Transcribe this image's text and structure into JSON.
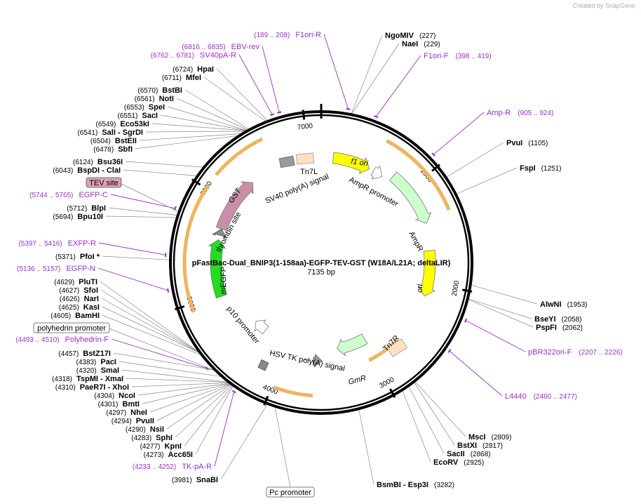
{
  "credit": {
    "prefix": "Created by",
    "brand": "SnapGene"
  },
  "plasmid": {
    "name": "pFastBac-Dual_BNIP3(1-158aa)-EGFP-TEV-GST (W18A/L21A; deltaLIR)",
    "size": "7135 bp",
    "length": 7135
  },
  "ticks": [
    "1000",
    "2000",
    "3000",
    "4000",
    "5000",
    "6000",
    "7000"
  ],
  "colors": {
    "primer": "#9b2fcc",
    "feature_highlight": "#f0b45a",
    "gst": "#c98fa8",
    "egfp": "#22dd22",
    "f1ori": "#ffff00",
    "ori": "#ffff00",
    "ampr": "#ccffcc",
    "gmr": "#ccffcc",
    "tn7": "#ffe0c0",
    "sv40": "#999999",
    "tev_box": "#dda0b4"
  },
  "features": [
    {
      "label": "f1 ori",
      "type": "rep-origin",
      "color": "yellow"
    },
    {
      "label": "AmpR promoter",
      "type": "promoter",
      "color": "white"
    },
    {
      "label": "AmpR",
      "type": "CDS",
      "color": "light-green"
    },
    {
      "label": "ori",
      "type": "rep-origin",
      "color": "yellow"
    },
    {
      "label": "Tn7R",
      "type": "mobile-element",
      "color": "peach"
    },
    {
      "label": "GmR",
      "type": "CDS",
      "color": "light-green"
    },
    {
      "label": "HSV TK poly(A) signal",
      "type": "terminator",
      "color": "gray"
    },
    {
      "label": "p10 promoter",
      "type": "promoter",
      "color": "white"
    },
    {
      "label": "mEGFP",
      "type": "CDS",
      "color": "green"
    },
    {
      "label": "thrombin site",
      "type": "misc",
      "color": "gray"
    },
    {
      "label": "GST",
      "type": "CDS",
      "color": "mauve"
    },
    {
      "label": "SV40 poly(A) signal",
      "type": "terminator",
      "color": "gray"
    },
    {
      "label": "Tn7L",
      "type": "mobile-element",
      "color": "peach"
    }
  ],
  "boxed_features": [
    {
      "label": "TEV site"
    },
    {
      "label": "polyhedrin promoter"
    },
    {
      "label": "Pc promoter"
    }
  ],
  "sites": [
    {
      "name": "NgoMIV",
      "pos": "(227)"
    },
    {
      "name": "NaeI",
      "pos": "(229)"
    },
    {
      "name": "PvuI",
      "pos": "(1105)"
    },
    {
      "name": "FspI",
      "pos": "(1251)"
    },
    {
      "name": "AlwNI",
      "pos": "(1953)"
    },
    {
      "name": "BseYI",
      "pos": "(2058)"
    },
    {
      "name": "PspFI",
      "pos": "(2062)"
    },
    {
      "name": "MscI",
      "pos": "(2809)"
    },
    {
      "name": "BstXI",
      "pos": "(2817)"
    },
    {
      "name": "SacII",
      "pos": "(2868)"
    },
    {
      "name": "EcoRV",
      "pos": "(2925)"
    },
    {
      "name": "BsmBI - Esp3I",
      "pos": "(3282)"
    },
    {
      "name": "SnaBI",
      "pos": "(3981)"
    },
    {
      "name": "Acc65I",
      "pos": "(4273)"
    },
    {
      "name": "KpnI",
      "pos": "(4277)"
    },
    {
      "name": "SphI",
      "pos": "(4283)"
    },
    {
      "name": "NsiI",
      "pos": "(4290)"
    },
    {
      "name": "PvuII",
      "pos": "(4294)"
    },
    {
      "name": "NheI",
      "pos": "(4297)"
    },
    {
      "name": "BmtI",
      "pos": "(4301)"
    },
    {
      "name": "NcoI",
      "pos": "(4304)"
    },
    {
      "name": "PaeR7I - XhoI",
      "pos": "(4310)"
    },
    {
      "name": "TspMI - XmaI",
      "pos": "(4318)"
    },
    {
      "name": "SmaI",
      "pos": "(4320)"
    },
    {
      "name": "PacI",
      "pos": "(4383)"
    },
    {
      "name": "BstZ17I",
      "pos": "(4457)"
    },
    {
      "name": "BamHI",
      "pos": "(4605)"
    },
    {
      "name": "KasI",
      "pos": "(4625)"
    },
    {
      "name": "NarI",
      "pos": "(4626)"
    },
    {
      "name": "SfoI",
      "pos": "(4627)"
    },
    {
      "name": "PluTI",
      "pos": "(4629)"
    },
    {
      "name": "PfoI *",
      "pos": "(5371)"
    },
    {
      "name": "Bpu10I",
      "pos": "(5694)"
    },
    {
      "name": "BlpI",
      "pos": "(5712)"
    },
    {
      "name": "BspDI - ClaI",
      "pos": "(6043)"
    },
    {
      "name": "Bsu36I",
      "pos": "(6124)"
    },
    {
      "name": "SbfI",
      "pos": "(6478)"
    },
    {
      "name": "BstEII",
      "pos": "(6504)"
    },
    {
      "name": "SalI - SgrDI",
      "pos": "(6541)"
    },
    {
      "name": "Eco53kI",
      "pos": "(6549)"
    },
    {
      "name": "SacI",
      "pos": "(6551)"
    },
    {
      "name": "SpeI",
      "pos": "(6553)"
    },
    {
      "name": "NotI",
      "pos": "(6561)"
    },
    {
      "name": "BstBI",
      "pos": "(6570)"
    },
    {
      "name": "MfeI",
      "pos": "(6711)"
    },
    {
      "name": "HpaI",
      "pos": "(6724)"
    }
  ],
  "primers": [
    {
      "name": "F1ori-R",
      "range": "(189 .. 208)"
    },
    {
      "name": "F1ori-F",
      "range": "(398 .. 419)"
    },
    {
      "name": "Amp-R",
      "range": "(905 .. 924)"
    },
    {
      "name": "pBR322ori-F",
      "range": "(2207 .. 2226)"
    },
    {
      "name": "L4440",
      "range": "(2460 .. 2477)"
    },
    {
      "name": "TK-pA-R",
      "range": "(4233 .. 4252)"
    },
    {
      "name": "Polyhedrin-F",
      "range": "(4493 .. 4510)"
    },
    {
      "name": "EGFP-N",
      "range": "(5136 .. 5157)"
    },
    {
      "name": "EXFP-R",
      "range": "(5397 .. 5416)"
    },
    {
      "name": "EGFP-C",
      "range": "(5744 .. 5765)"
    },
    {
      "name": "SV40pA-R",
      "range": "(6762 .. 6781)"
    },
    {
      "name": "EBV-rev",
      "range": "(6816 .. 6835)"
    }
  ]
}
